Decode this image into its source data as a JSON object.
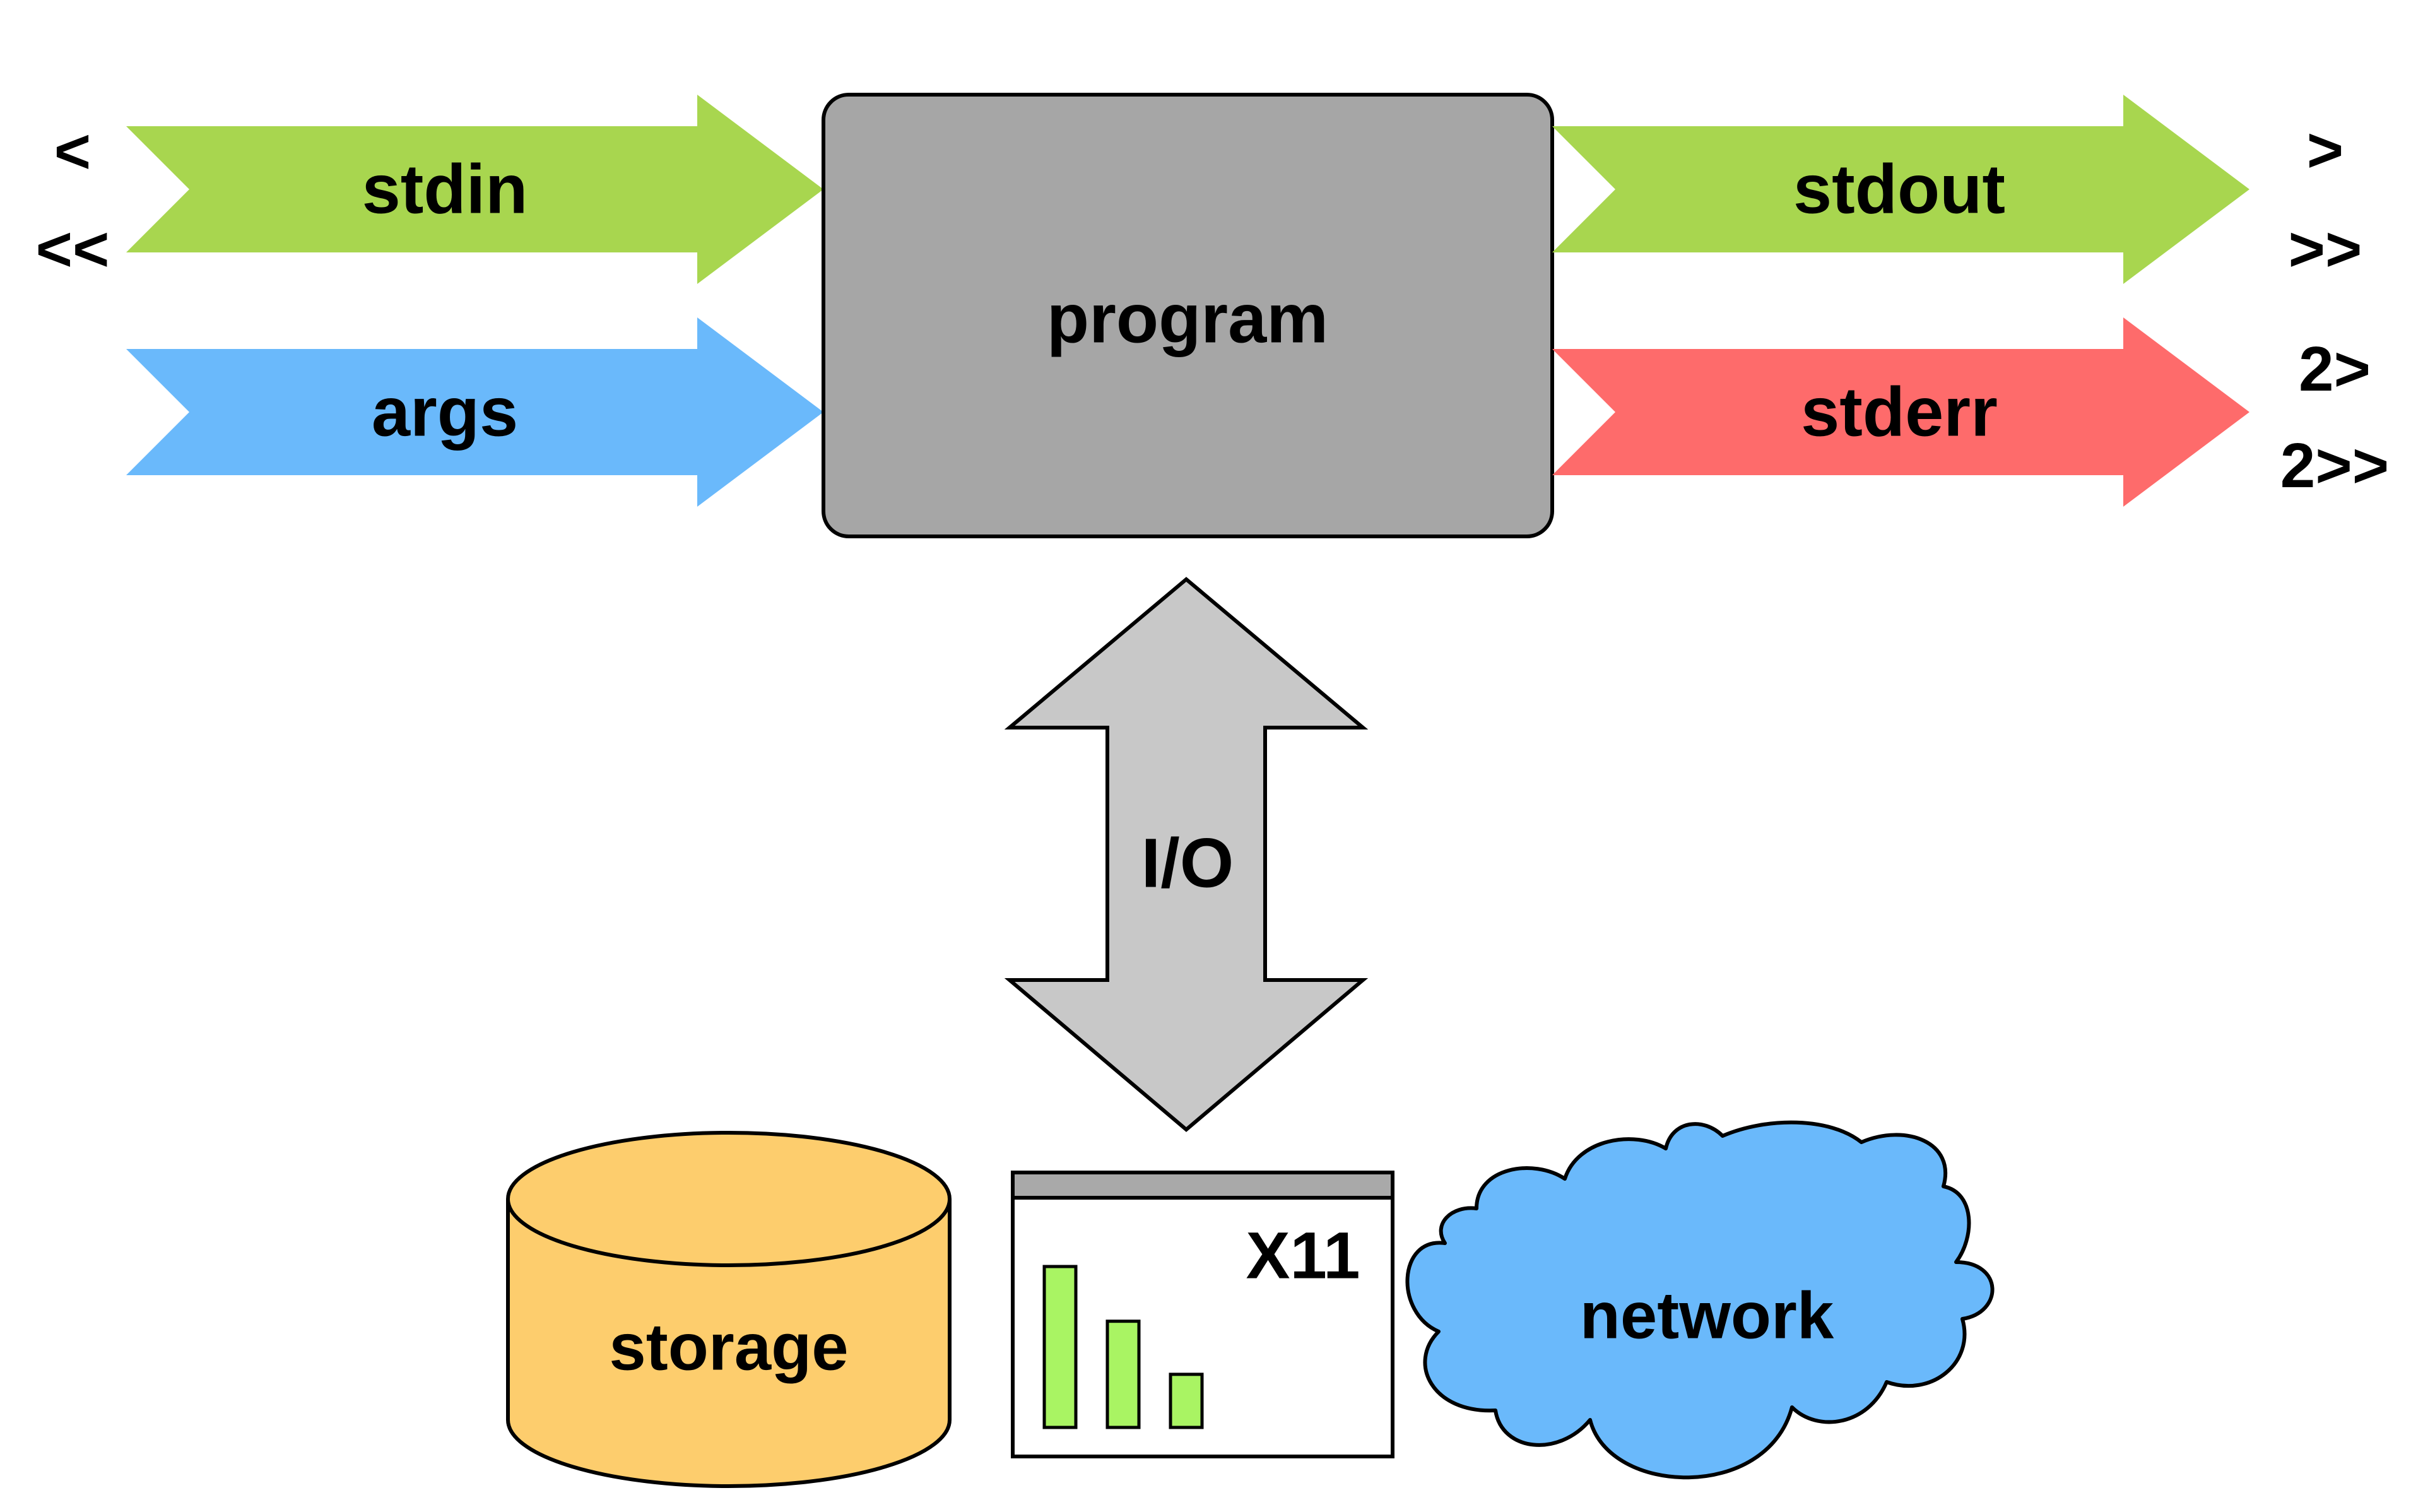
{
  "colors": {
    "green": "#a8d64f",
    "blue": "#6ab9fb",
    "red": "#fe6b6b",
    "gray_box": "#a6a6a6",
    "gray_arrow": "#c8c8c8",
    "storage": "#fdcd6d",
    "x11_titlebar": "#a9a9a9",
    "x11_bar": "#a9f463"
  },
  "program": {
    "label": "program"
  },
  "inputs": {
    "stdin": {
      "label": "stdin",
      "operators": [
        "<",
        "<<"
      ]
    },
    "args": {
      "label": "args"
    }
  },
  "outputs": {
    "stdout": {
      "label": "stdout",
      "operators": [
        ">",
        ">>"
      ]
    },
    "stderr": {
      "label": "stderr",
      "operators": [
        "2>",
        "2>>"
      ]
    }
  },
  "io": {
    "label": "I/O"
  },
  "resources": {
    "storage": {
      "label": "storage",
      "icon": "database-cylinder-icon"
    },
    "x11": {
      "label": "X11",
      "icon": "window-bar-chart-icon",
      "bars": [
        1.0,
        0.66,
        0.33
      ]
    },
    "network": {
      "label": "network",
      "icon": "cloud-icon"
    }
  }
}
